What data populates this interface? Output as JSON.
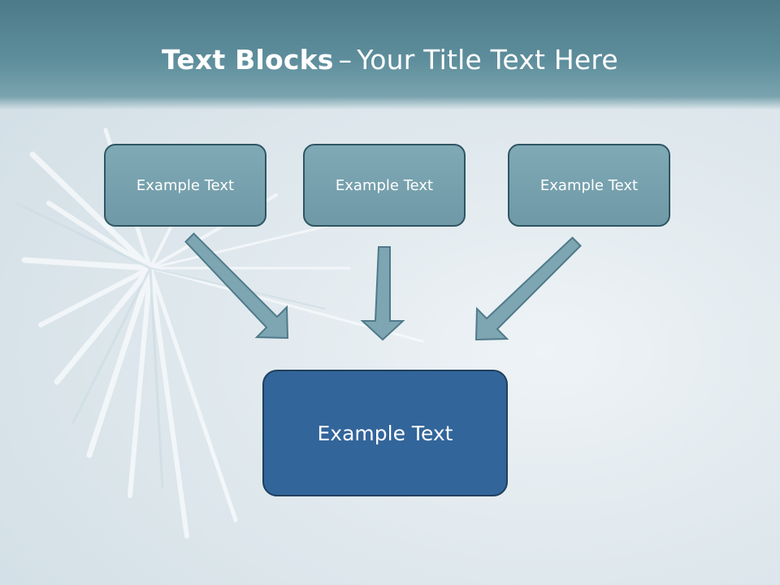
{
  "slide": {
    "title_bold": "Text Blocks",
    "title_dash": "–",
    "title_rest": "Your Title Text Here"
  },
  "diagram": {
    "source_boxes": [
      "Example Text",
      "Example Text",
      "Example Text"
    ],
    "target_box": "Example Text"
  },
  "colors": {
    "title_band": "#5e8e9c",
    "small_box_fill": "#76a0ad",
    "small_box_border": "#2f5563",
    "big_box_fill": "#32659a",
    "big_box_border": "#1f3f5c",
    "arrow_fill": "#7ea5b2",
    "arrow_border": "#4f7a89"
  }
}
